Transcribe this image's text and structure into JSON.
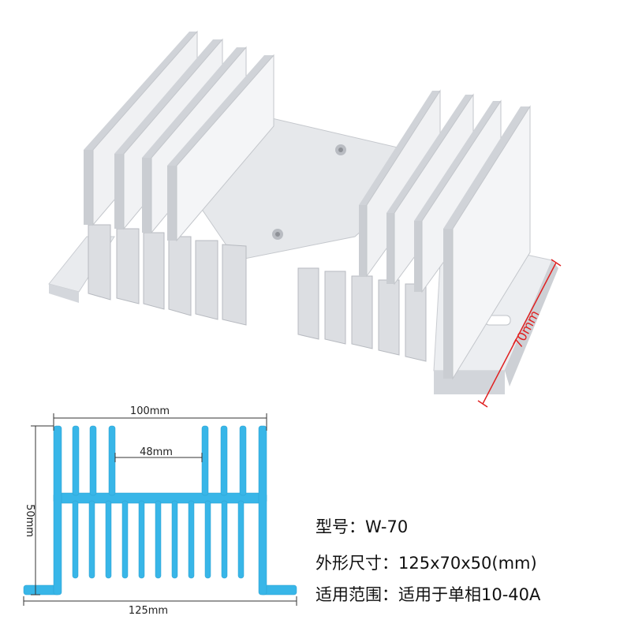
{
  "photo": {
    "depth_label": "70mm",
    "colors": {
      "aluminum_light": "#f2f3f5",
      "aluminum_mid": "#dfe1e5",
      "aluminum_dark": "#c4c7cc",
      "dimension_red": "#e02020"
    }
  },
  "drawing": {
    "top_width_label": "100mm",
    "gap_label": "48mm",
    "height_label": "50mm",
    "base_width_label": "125mm",
    "colors": {
      "profile_fill": "#38b6e8",
      "dimension_line": "#333333"
    }
  },
  "specs": {
    "model_line": "型号：W-70",
    "size_line": "外形尺寸：125x70x50(mm)",
    "usage_line": "适用范围：适用于单相10-40A"
  }
}
